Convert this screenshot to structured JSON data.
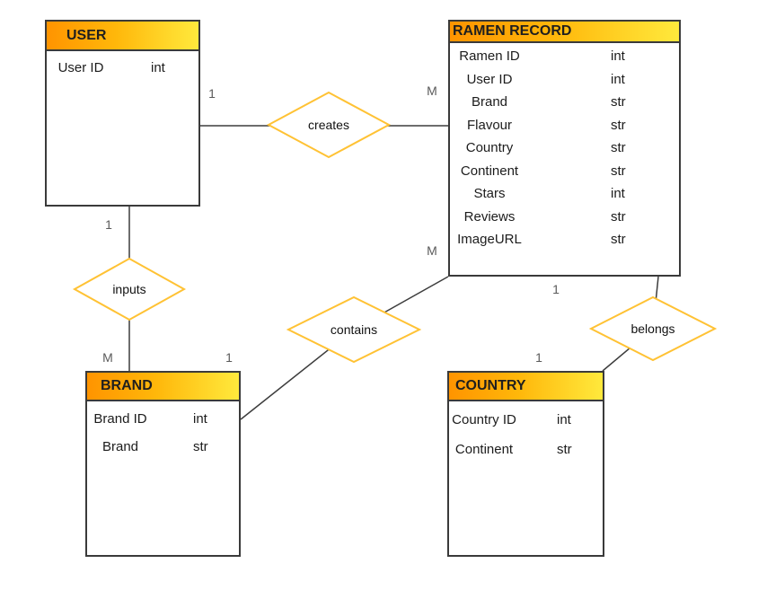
{
  "entities": {
    "user": {
      "title": "USER",
      "attributes": [
        {
          "name": "User ID",
          "type": "int"
        }
      ]
    },
    "ramen_record": {
      "title": "RAMEN RECORD",
      "attributes": [
        {
          "name": "Ramen ID",
          "type": "int"
        },
        {
          "name": "User ID",
          "type": "int"
        },
        {
          "name": "Brand",
          "type": "str"
        },
        {
          "name": "Flavour",
          "type": "str"
        },
        {
          "name": "Country",
          "type": "str"
        },
        {
          "name": "Continent",
          "type": "str"
        },
        {
          "name": "Stars",
          "type": "int"
        },
        {
          "name": "Reviews",
          "type": "str"
        },
        {
          "name": "ImageURL",
          "type": "str"
        }
      ]
    },
    "brand": {
      "title": "BRAND",
      "attributes": [
        {
          "name": "Brand ID",
          "type": "int"
        },
        {
          "name": "Brand",
          "type": "str"
        }
      ]
    },
    "country": {
      "title": "COUNTRY",
      "attributes": [
        {
          "name": "Country ID",
          "type": "int"
        },
        {
          "name": "Continent",
          "type": "str"
        }
      ]
    }
  },
  "relationships": {
    "creates": {
      "label": "creates",
      "cardinality_user": "1",
      "cardinality_ramen": "M"
    },
    "inputs": {
      "label": "inputs",
      "cardinality_user": "1",
      "cardinality_brand": "M"
    },
    "contains": {
      "label": "contains",
      "cardinality_ramen": "M",
      "cardinality_brand": "1"
    },
    "belongs": {
      "label": "belongs",
      "cardinality_ramen": "1",
      "cardinality_country": "1"
    }
  },
  "colors": {
    "header_gradient_start": "#ff9400",
    "header_gradient_end": "#ffe93c",
    "entity_border": "#3a3a3a",
    "relationship_border": "#ffc234",
    "connector": "#3d3d3d",
    "cardinality_text": "#5a5a5a"
  }
}
